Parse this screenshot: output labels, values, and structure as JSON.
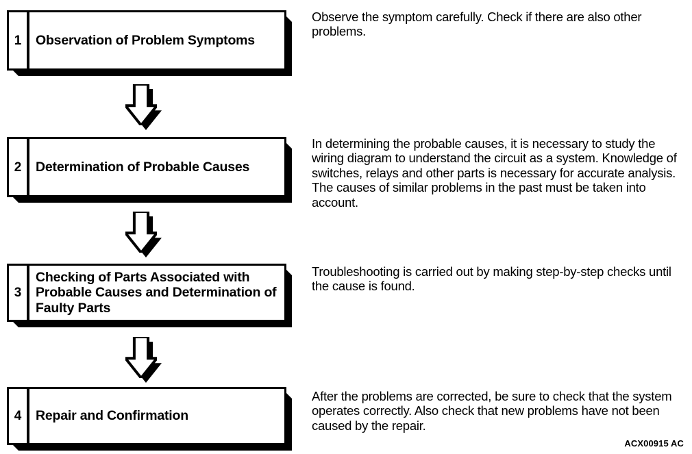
{
  "figure": {
    "code": "ACX00915 AC",
    "background_color": "#ffffff",
    "ink_color": "#000000"
  },
  "steps": [
    {
      "number": "1",
      "title": "Observation of Problem Symptoms",
      "description": "Observe the symptom carefully. Check if there are also other problems."
    },
    {
      "number": "2",
      "title": "Determination of Probable Causes",
      "description": "In determining the probable causes, it is necessary to study the wiring diagram to understand the circuit as a system. Knowledge of switches, relays and other parts is necessary for accurate analysis. The causes of similar problems in the past must be taken into account."
    },
    {
      "number": "3",
      "title": "Checking of Parts Associated with Probable Causes and Determination of Faulty Parts",
      "description": "Troubleshooting is carried out by making step-by-step checks until the cause is found."
    },
    {
      "number": "4",
      "title": "Repair and Confirmation",
      "description": "After the problems are corrected, be sure to check that the system operates correctly. Also check that new problems have not been caused by the repair."
    }
  ],
  "connectors": [
    {
      "label": "down-arrow-1"
    },
    {
      "label": "down-arrow-2"
    },
    {
      "label": "down-arrow-3"
    }
  ]
}
